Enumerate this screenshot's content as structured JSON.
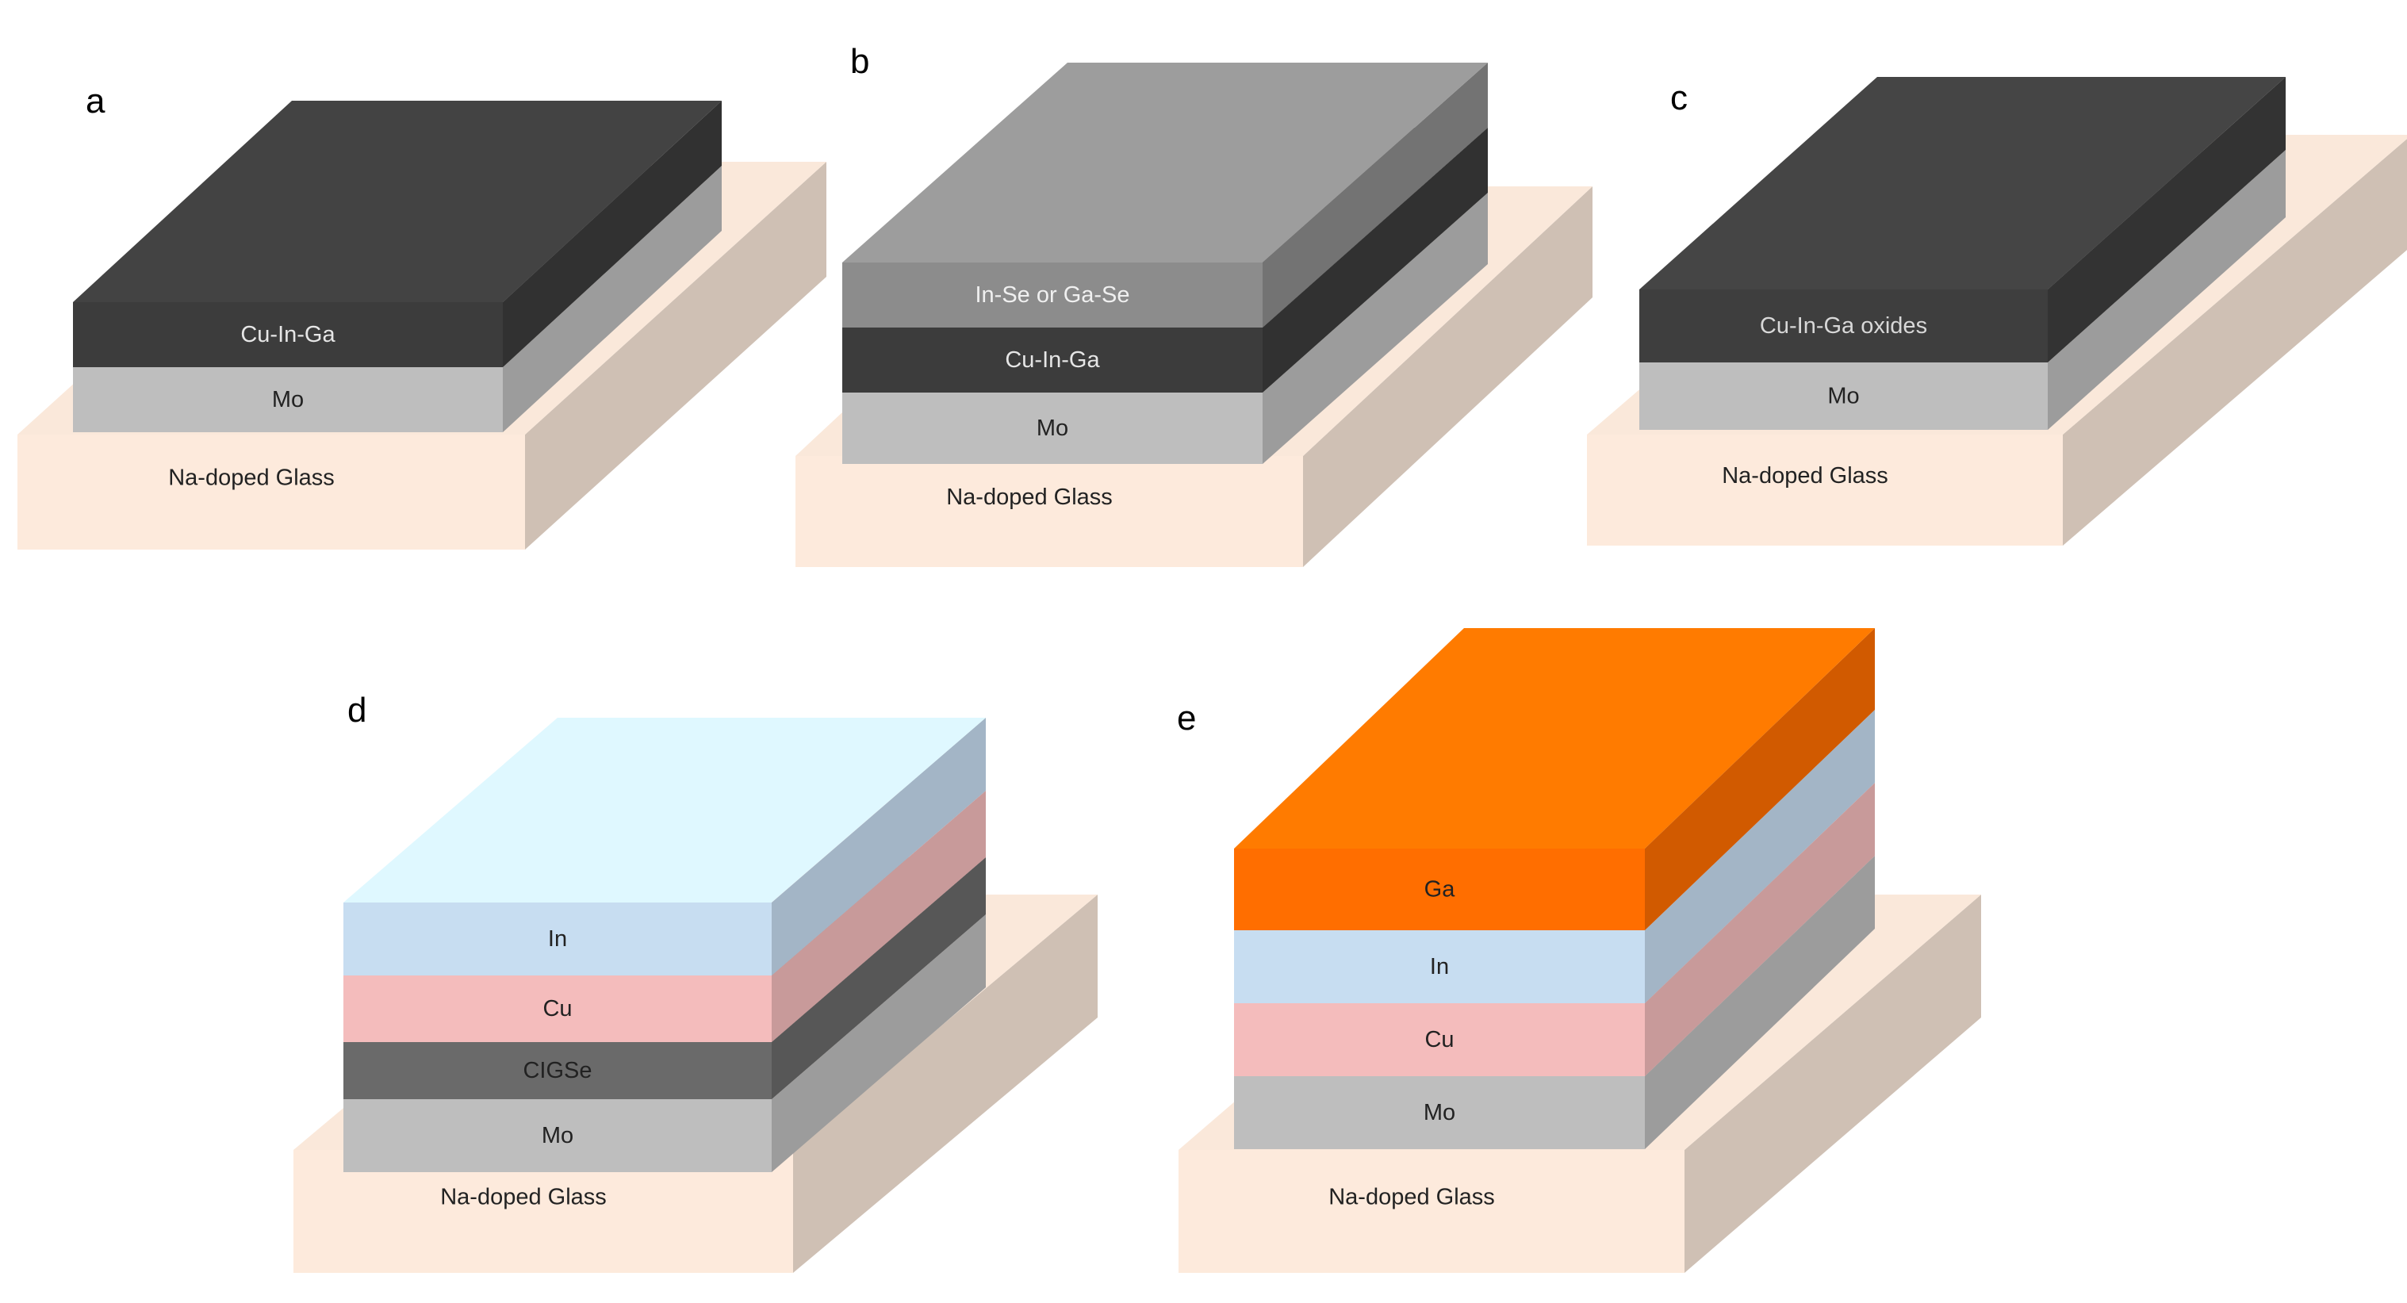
{
  "colors": {
    "glass": "#fdeadc",
    "mo": "#bebebe",
    "cu_in_ga": "#3c3c3c",
    "se_layer": "#8c8c8c",
    "ciga_oxides": "#3e3e3e",
    "cigse": "#6a6a6a",
    "cu": "#f4bcbc",
    "in": "#c7ddf1",
    "ga": "#ff6e00"
  },
  "panels": [
    {
      "letter": "a",
      "substrate": {
        "label": "Na-doped Glass",
        "color": "#fdeadc",
        "text_color": "#222222"
      },
      "layers": [
        {
          "label": "Mo",
          "color": "#bebebe",
          "text_color": "#222222"
        },
        {
          "label": "Cu-In-Ga",
          "color": "#3c3c3c",
          "text_color": "#e6e6e6"
        }
      ]
    },
    {
      "letter": "b",
      "substrate": {
        "label": "Na-doped Glass",
        "color": "#fdeadc",
        "text_color": "#222222"
      },
      "layers": [
        {
          "label": "Mo",
          "color": "#bebebe",
          "text_color": "#222222"
        },
        {
          "label": "Cu-In-Ga",
          "color": "#3c3c3c",
          "text_color": "#e6e6e6"
        },
        {
          "label": "In-Se or Ga-Se",
          "color": "#8c8c8c",
          "text_color": "#f0f0f0"
        }
      ]
    },
    {
      "letter": "c",
      "substrate": {
        "label": "Na-doped Glass",
        "color": "#fdeadc",
        "text_color": "#222222"
      },
      "layers": [
        {
          "label": "Mo",
          "color": "#bebebe",
          "text_color": "#222222"
        },
        {
          "label": "Cu-In-Ga oxides",
          "color": "#3e3e3e",
          "text_color": "#d8d8d8"
        }
      ]
    },
    {
      "letter": "d",
      "substrate": {
        "label": "Na-doped Glass",
        "color": "#fdeadc",
        "text_color": "#222222"
      },
      "layers": [
        {
          "label": "Mo",
          "color": "#bebebe",
          "text_color": "#222222"
        },
        {
          "label": "CIGSe",
          "color": "#6a6a6a",
          "text_color": "#222222"
        },
        {
          "label": "Cu",
          "color": "#f4bcbc",
          "text_color": "#222222"
        },
        {
          "label": "In",
          "color": "#c7ddf1",
          "text_color": "#222222"
        }
      ]
    },
    {
      "letter": "e",
      "substrate": {
        "label": "Na-doped Glass",
        "color": "#fdeadc",
        "text_color": "#222222"
      },
      "layers": [
        {
          "label": "Mo",
          "color": "#bebebe",
          "text_color": "#222222"
        },
        {
          "label": "Cu",
          "color": "#f4bcbc",
          "text_color": "#222222"
        },
        {
          "label": "In",
          "color": "#c7ddf1",
          "text_color": "#222222"
        },
        {
          "label": "Ga",
          "color": "#ff6e00",
          "text_color": "#222222"
        }
      ]
    }
  ]
}
